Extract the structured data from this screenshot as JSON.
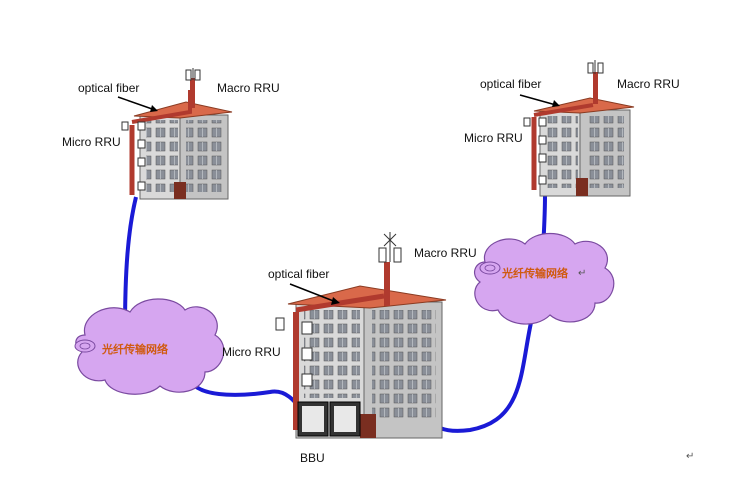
{
  "labels": {
    "optical_fiber_left": "optical fiber",
    "macro_rru_left": "Macro RRU",
    "micro_rru_left": "Micro RRU",
    "optical_fiber_right": "optical fiber",
    "macro_rru_right": "Macro RRU",
    "micro_rru_right": "Micro RRU",
    "optical_fiber_center": "optical fiber",
    "macro_rru_center": "Macro RRU",
    "micro_rru_center": "Micro RRU",
    "bbu": "BBU",
    "cloud_left": "光纤传输网络",
    "cloud_right": "光纤传输网络",
    "return_mark": "↵"
  },
  "colors": {
    "link": "#1a1ad6",
    "cloud": "#d6a6f0",
    "cloud_stroke": "#7a4aa0",
    "cloud_text": "#d05a10",
    "building_wall": "#d9d9d9",
    "roof": "#d9694a",
    "fiber": "#b03a2e"
  }
}
